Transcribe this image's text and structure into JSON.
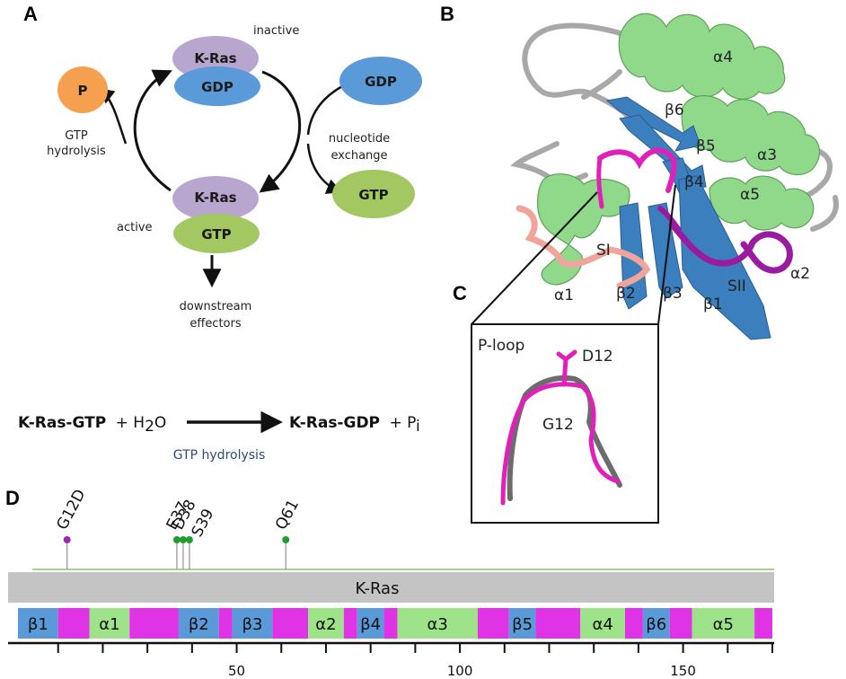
{
  "panel_letters": {
    "a": "A",
    "b": "B",
    "c": "C",
    "d": "D"
  },
  "panel_a": {
    "state_inactive": "inactive",
    "state_active": "active",
    "kras_top": "K-Ras",
    "gdp_bound": "GDP",
    "kras_bottom": "K-Ras",
    "gtp_bound": "GTP",
    "phosphate": "P",
    "gdp_free": "GDP",
    "gtp_free": "GTP",
    "hydrolysis_line1": "GTP",
    "hydrolysis_line2": "hydrolysis",
    "exchange_line1": "nucleotide",
    "exchange_line2": "exchange",
    "effectors_line1": "downstream",
    "effectors_line2": "effectors",
    "colors": {
      "kras": "#b9a6cf",
      "gdp": "#5b9ad8",
      "gtp": "#a3c862",
      "phosphate": "#f5a04f"
    }
  },
  "equation": {
    "left_bold": "K-Ras-GTP",
    "left_plus": "+ H",
    "water_sub": "2",
    "water_o": "O",
    "right_bold": "K-Ras-GDP",
    "right_plus": "+ P",
    "pi_sub": "i",
    "caption": "GTP hydrolysis"
  },
  "panel_b": {
    "labels": {
      "a4": "α4",
      "b6": "β6",
      "b5": "β5",
      "a3": "α3",
      "b4": "β4",
      "a5": "α5",
      "s1": "SI",
      "a1": "α1",
      "b2": "β2",
      "b3": "β3",
      "b1": "β1",
      "s2": "SII",
      "a2": "α2"
    },
    "colors": {
      "helix": "#90d98a",
      "sheet": "#3b7fbf",
      "loop": "#a8a8a8",
      "ploop": "#e020b8",
      "switch1": "#f0a49c",
      "switch2": "#9a1aa0"
    }
  },
  "panel_c": {
    "title": "P-loop",
    "residue_mutant": "D12",
    "residue_wt": "G12"
  },
  "panel_d": {
    "protein": "K-Ras",
    "mutations": [
      {
        "label": "G12D",
        "position": 12,
        "color": "#9b27b0"
      },
      {
        "label": "E37",
        "position": 37,
        "color": "#1f9e2f"
      },
      {
        "label": "D38",
        "position": 38,
        "color": "#1f9e2f"
      },
      {
        "label": "S39",
        "position": 39,
        "color": "#1f9e2f"
      },
      {
        "label": "Q61",
        "position": 61,
        "color": "#1f9e2f"
      }
    ],
    "segments": [
      {
        "type": "sheet",
        "label": "β1",
        "start": 1,
        "end": 10
      },
      {
        "type": "loop",
        "label": "",
        "start": 10,
        "end": 17
      },
      {
        "type": "helix",
        "label": "α1",
        "start": 17,
        "end": 26
      },
      {
        "type": "loop",
        "label": "",
        "start": 26,
        "end": 37
      },
      {
        "type": "sheet",
        "label": "β2",
        "start": 37,
        "end": 46
      },
      {
        "type": "loop",
        "label": "",
        "start": 46,
        "end": 49
      },
      {
        "type": "sheet",
        "label": "β3",
        "start": 49,
        "end": 58
      },
      {
        "type": "loop",
        "label": "",
        "start": 58,
        "end": 66
      },
      {
        "type": "helix",
        "label": "α2",
        "start": 66,
        "end": 74
      },
      {
        "type": "loop",
        "label": "",
        "start": 74,
        "end": 77
      },
      {
        "type": "sheet",
        "label": "β4",
        "start": 77,
        "end": 83
      },
      {
        "type": "loop",
        "label": "",
        "start": 83,
        "end": 86
      },
      {
        "type": "helix",
        "label": "α3",
        "start": 86,
        "end": 104
      },
      {
        "type": "loop",
        "label": "",
        "start": 104,
        "end": 111
      },
      {
        "type": "sheet",
        "label": "β5",
        "start": 111,
        "end": 117
      },
      {
        "type": "loop",
        "label": "",
        "start": 117,
        "end": 127
      },
      {
        "type": "helix",
        "label": "α4",
        "start": 127,
        "end": 137
      },
      {
        "type": "loop",
        "label": "",
        "start": 137,
        "end": 141
      },
      {
        "type": "sheet",
        "label": "β6",
        "start": 141,
        "end": 147
      },
      {
        "type": "loop",
        "label": "",
        "start": 147,
        "end": 152
      },
      {
        "type": "helix",
        "label": "α5",
        "start": 152,
        "end": 166
      },
      {
        "type": "loop",
        "label": "",
        "start": 166,
        "end": 170
      }
    ],
    "axis_range": [
      1,
      170
    ],
    "tick_step": 10,
    "tick_labels": [
      "50",
      "100",
      "150"
    ],
    "colors": {
      "sheet": "#5b9ad8",
      "helix": "#9ee38a",
      "loop": "#e033e6",
      "protein_bar": "#c4c4c4",
      "baseline": "#8ac46a"
    }
  }
}
